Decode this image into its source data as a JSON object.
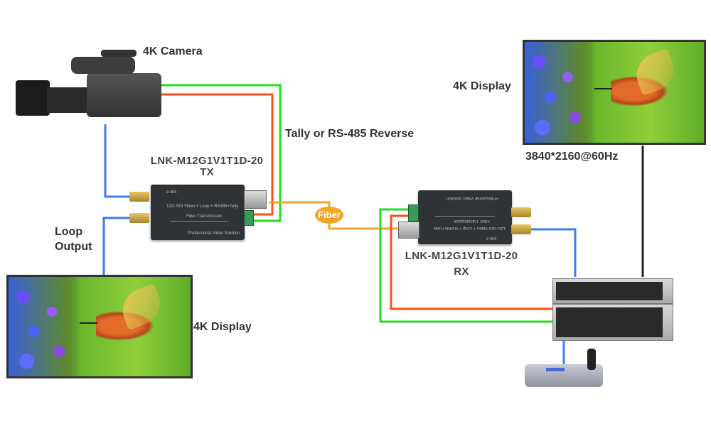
{
  "labels": {
    "camera": "4K Camera",
    "tally": "Tally or RS-485 Reverse",
    "tx_model": "LNK-M12G1V1T1D-20",
    "tx_role": "TX",
    "rx_model": "LNK-M12G1V1T1D-20",
    "rx_role": "RX",
    "loop_output_line1": "Loop",
    "loop_output_line2": "Output",
    "display_left": "4K Display",
    "display_right": "4K Display",
    "resolution": "3840*2160@60Hz",
    "fiber": "Fiber"
  },
  "device_text": {
    "brand": "e-link",
    "feature": "12G-SDI Video + Loop + RS485+Tally",
    "transmission": "Fiber Transmission",
    "slogan": "Professional Video Solution"
  },
  "wire_colors": {
    "sdi": "#3b7cf0",
    "tally": "#ff4d1a",
    "rs485": "#22dd22",
    "fiber": "#f0a628",
    "display_link": "#222222"
  }
}
